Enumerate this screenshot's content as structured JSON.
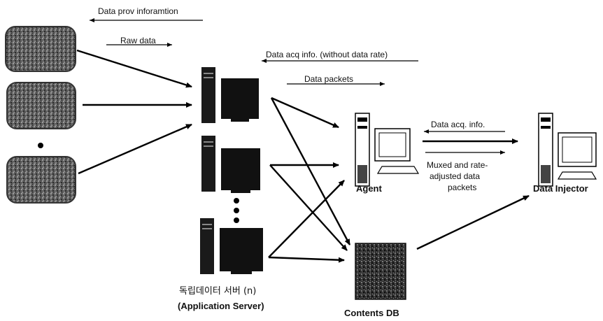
{
  "labels": {
    "data_prov_information": "Data prov  inforamtion",
    "raw_data": "Raw data",
    "data_acq_info_without_rate": "Data acq  info. (without data rate)",
    "data_packets": "Data packets",
    "data_acq_info": "Data acq. info.",
    "muxed_line1": "Muxed and rate-",
    "muxed_line2": "adjusted  data",
    "muxed_line3": "packets"
  },
  "nodes": {
    "agent": "Agent",
    "data_injector": "Data Injector",
    "contents_db": "Contents DB",
    "app_server_korean": "독립데이터 서버 (n)",
    "app_server": "(Application Server)"
  },
  "colors": {
    "stroke": "#000000",
    "source_fill": "#6a6a6a",
    "db_fill": "#3a3a3a",
    "background": "#ffffff"
  }
}
